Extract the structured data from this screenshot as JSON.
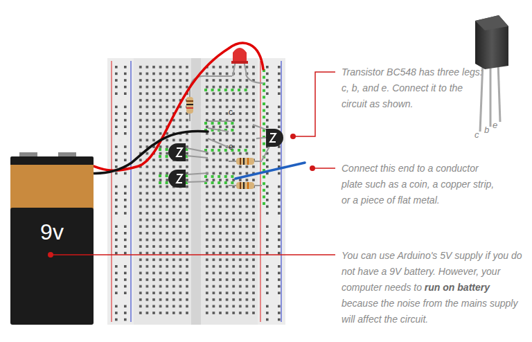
{
  "diagram": {
    "nodes": [
      {
        "text": [
          "9v"
        ]
      }
    ],
    "labels": [
      "c",
      "e",
      "Transistor BC548 has three legs: c, b, and e. Connect it to the circuit as shown.",
      "Connect this end to a conductor plate such as a coin, a copper strip, or a piece of flat metal.",
      "You can use Arduino's 5V supply if you do not have a 9V battery. However, your computer needs to",
      "run on battery",
      "because the noise from the mains supply will affect the circuit.",
      "c",
      "b",
      "e"
    ]
  }
}
